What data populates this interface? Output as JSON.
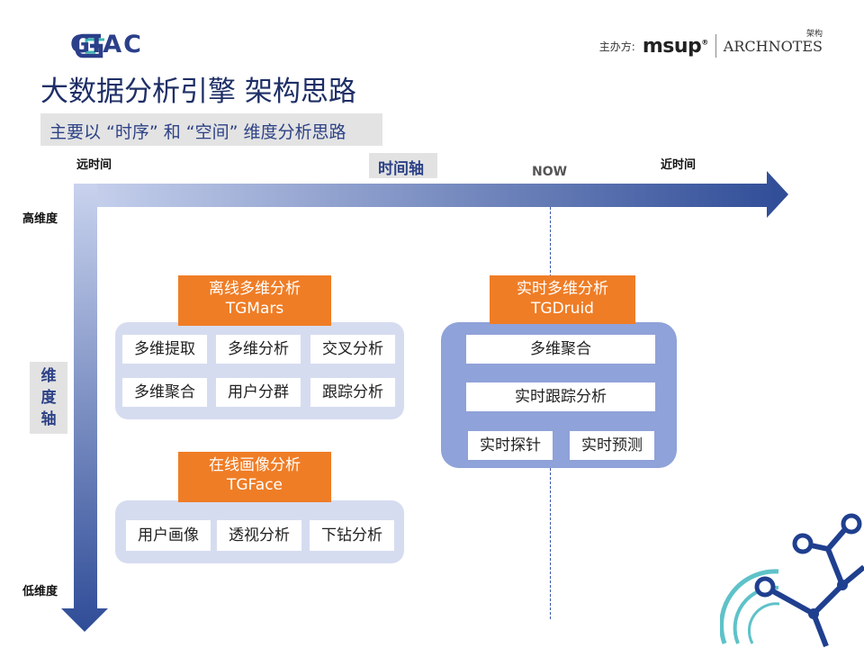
{
  "header": {
    "logo_text": "GIAC",
    "organizer_label": "主办方:",
    "msup": "msup",
    "msup_mark": "®",
    "archnotes": "ARCHNOTES",
    "archnotes_cn": "架构"
  },
  "title": "大数据分析引擎 架构思路",
  "subtitle": "主要以 “时序” 和 “空间” 维度分析思路",
  "axes": {
    "time_axis_label": "时间轴",
    "far_time": "远时间",
    "now": "NOW",
    "near_time": "近时间",
    "dim_axis_label": [
      "维",
      "度",
      "轴"
    ],
    "high_dim": "高维度",
    "low_dim": "低维度"
  },
  "groups": {
    "offline": {
      "title": "离线多维分析",
      "subtitle": "TGMars",
      "cells": [
        "多维提取",
        "多维分析",
        "交叉分析",
        "多维聚合",
        "用户分群",
        "跟踪分析"
      ]
    },
    "online": {
      "title": "在线画像分析",
      "subtitle": "TGFace",
      "cells": [
        "用户画像",
        "透视分析",
        "下钻分析"
      ]
    },
    "realtime": {
      "title": "实时多维分析",
      "subtitle": "TGDruid",
      "cells": [
        "多维聚合",
        "实时跟踪分析",
        "实时探针",
        "实时预测"
      ]
    }
  },
  "colors": {
    "accent_orange": "#ef7d26",
    "axis_blue": "#2f4c97",
    "title_blue": "#1e2f66",
    "panel_light": "#d6dcf0",
    "panel_dark": "#8fa2d9"
  },
  "icons": {
    "logo": "giac-logo-icon",
    "decoration": "molecule-decoration-icon"
  }
}
